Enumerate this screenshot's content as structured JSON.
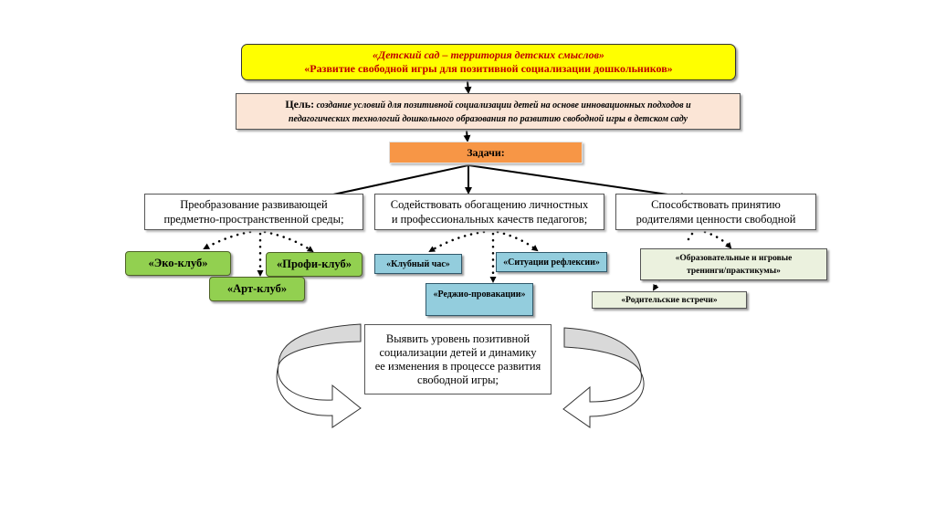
{
  "header": {
    "line1": "«Детский сад – территория детских смыслов»",
    "line2": "«Развитие свободной игры для позитивной социализации дошкольников»",
    "text_color": "#c00000",
    "bg_color": "#ffff00"
  },
  "goal": {
    "label": "Цель:",
    "line1": "создание условий для позитивной социализации детей на основе инновационных подходов и",
    "line2": "педагогических технологий дошкольного образования по развитию свободной игры в детском саду",
    "bg_color": "#fbe5d6"
  },
  "tasks": {
    "label": "Задачи:",
    "bg_color": "#f79646"
  },
  "branches": [
    {
      "line1": "Преобразование развивающей",
      "line2": "предметно-пространственной среды;",
      "items": [
        "«Эко-клуб»",
        "«Профи-клуб»",
        "«Арт-клуб»"
      ],
      "item_color": "#92d050"
    },
    {
      "line1": "Содействовать обогащению личностных",
      "line2": "и профессиональных качеств педагогов;",
      "items": [
        "«Клубный час»",
        "«Ситуации рефлексии»",
        "«Реджио-провакации»"
      ],
      "item_color": "#93cddd"
    },
    {
      "line1": "Способствовать принятию",
      "line2": "родителями ценности свободной",
      "items": [
        "«Образовательные и игровые",
        "тренинги/практикумы»",
        "«Родительские встречи»"
      ],
      "item_color": "#ebf1de"
    }
  ],
  "result": {
    "lines": [
      "Выявить уровень позитивной",
      "социализации детей и динамику",
      "ее изменения в процессе развития",
      "свободной игры;"
    ]
  }
}
